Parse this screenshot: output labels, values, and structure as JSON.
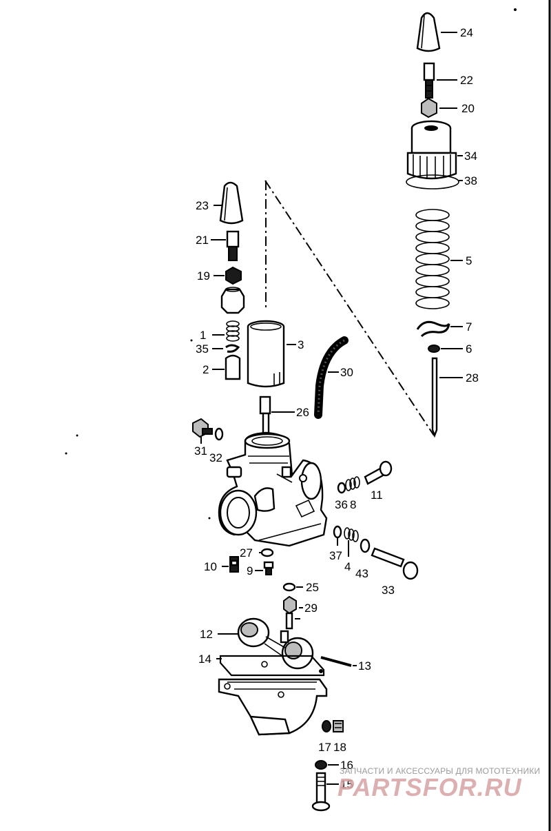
{
  "callouts": {
    "c24": "24",
    "c22": "22",
    "c20": "20",
    "c34": "34",
    "c38": "38",
    "c5": "5",
    "c7": "7",
    "c6": "6",
    "c28": "28",
    "c23": "23",
    "c21": "21",
    "c19": "19",
    "c1": "1",
    "c35": "35",
    "c2": "2",
    "c3": "3",
    "c30": "30",
    "c26": "26",
    "c31": "31",
    "c32": "32",
    "c36": "36",
    "c8": "8",
    "c11": "11",
    "c37": "37",
    "c4": "4",
    "c43": "43",
    "c33": "33",
    "c27": "27",
    "c10": "10",
    "c9": "9",
    "c25": "25",
    "c29": "29",
    "c12": "12",
    "c14": "14",
    "c13": "13",
    "c17": "17",
    "c18": "18",
    "c16": "16",
    "c15": "15"
  },
  "watermark": {
    "tagline": "ЗАПЧАСТИ И АКСЕССУАРЫ ДЛЯ МОТОТЕХНИКИ",
    "logo": "PARTSFOR.RU"
  }
}
